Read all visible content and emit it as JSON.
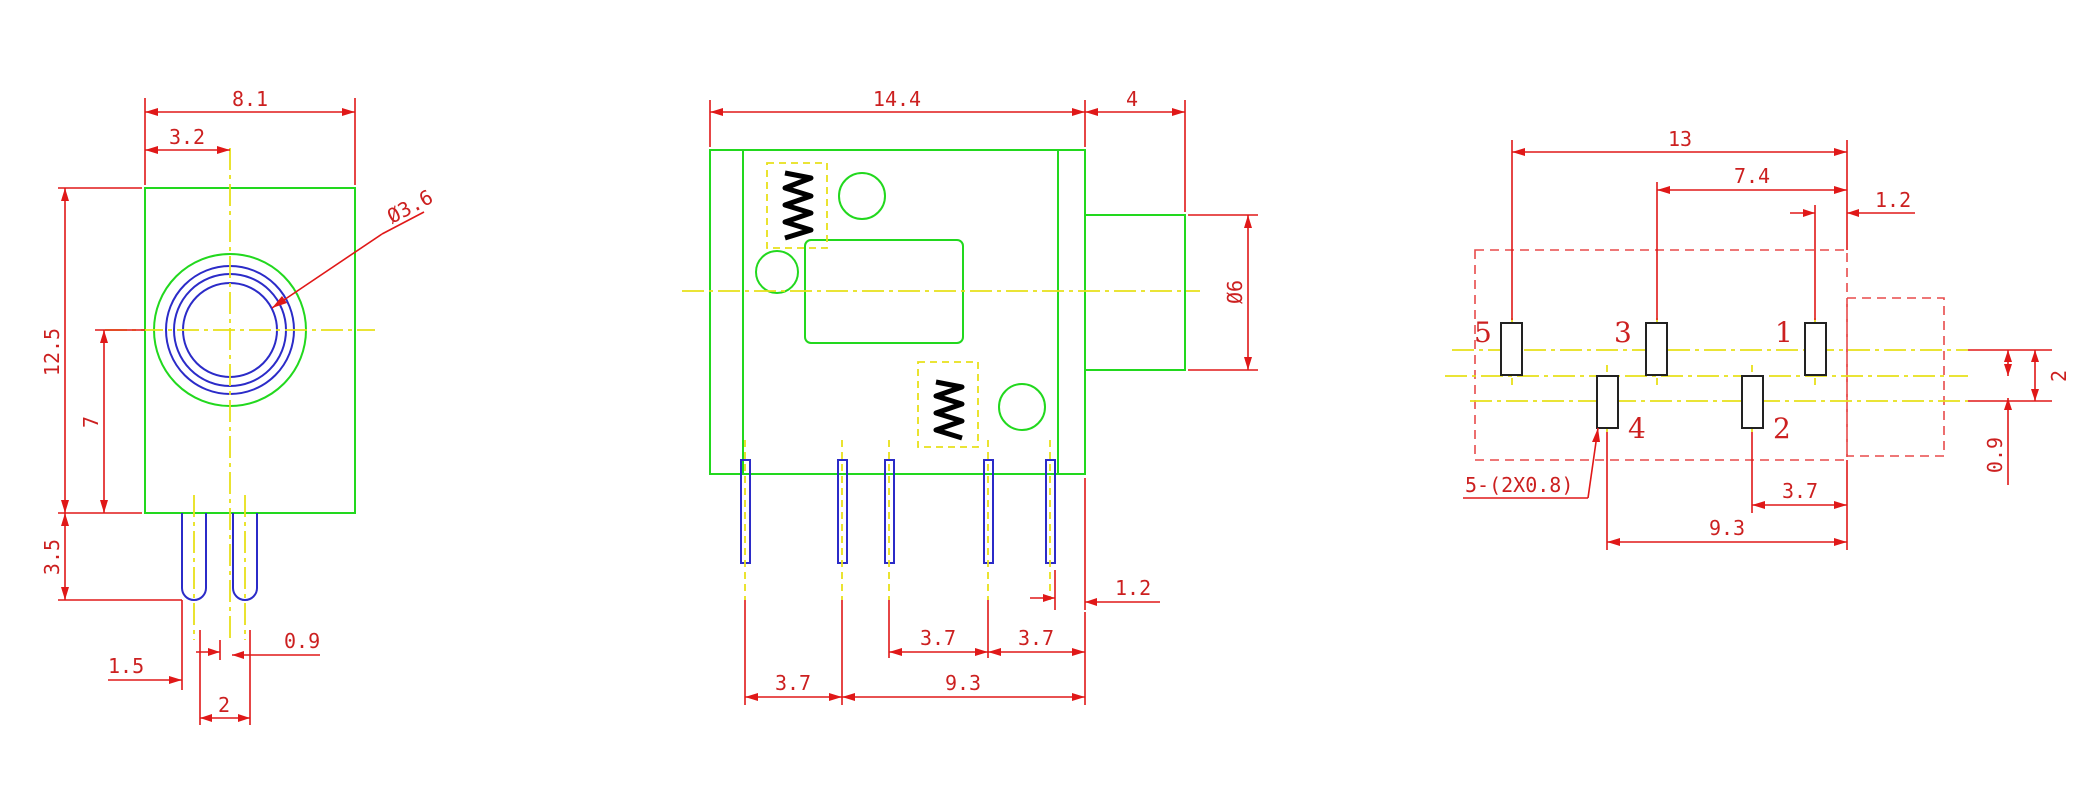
{
  "front_view": {
    "width": "8.1",
    "hole_offset": "3.2",
    "diameter": "Ø3.6",
    "height": "12.5",
    "center_height": "7",
    "pin_length": "3.5",
    "pin_pitch": "2",
    "pin_offset": "1.5",
    "pin_width": "0.9"
  },
  "side_view": {
    "body_length": "14.4",
    "barrel_length": "4",
    "barrel_diameter": "Ø6",
    "pin_offset": "1.2",
    "pitch_a": "3.7",
    "pitch_b": "3.7",
    "pitch_c": "3.7",
    "span": "9.3"
  },
  "footprint": {
    "overall": "13",
    "pin3_offset": "7.4",
    "pin1_offset": "1.2",
    "row_gap": "2",
    "row_offset": "0.9",
    "pin2_offset": "3.7",
    "pin4_offset": "9.3",
    "pad_size": "5-(2X0.8)",
    "pins": [
      {
        "label": "1"
      },
      {
        "label": "2"
      },
      {
        "label": "3"
      },
      {
        "label": "4"
      },
      {
        "label": "5"
      }
    ]
  }
}
